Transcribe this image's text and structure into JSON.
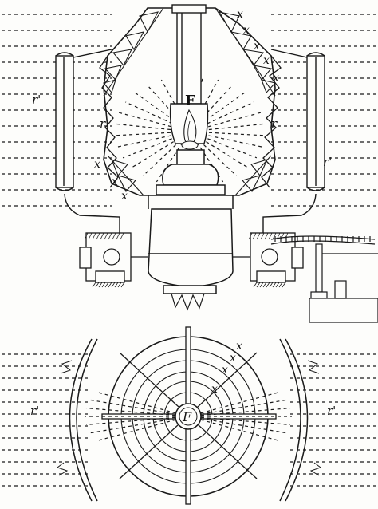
{
  "figure": {
    "top_view": {
      "focus_label": "F",
      "outer_reflector_labels": [
        "r'",
        "r'"
      ],
      "inner_reflector_labels": [
        "r",
        "r"
      ],
      "prism_labels_right": [
        "x",
        "x",
        "x",
        "x",
        "x"
      ],
      "prism_labels_left": [
        "x",
        "x",
        "x"
      ]
    },
    "plan_view": {
      "focus_label": "F",
      "reflector_labels": [
        "r'",
        "r'"
      ],
      "ring_labels": [
        "x",
        "x",
        "x",
        "x"
      ]
    }
  },
  "colors": {
    "ink": "#1a1a1a",
    "paper": "#fdfdfb"
  }
}
